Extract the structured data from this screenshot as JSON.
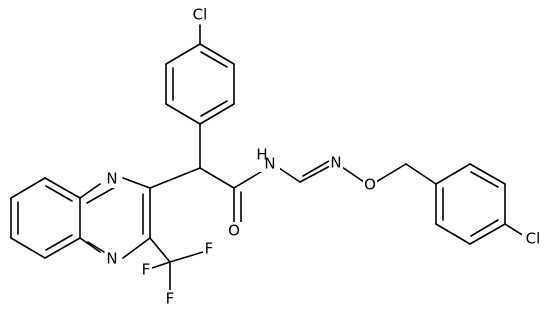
{
  "molecule": {
    "atoms": {
      "cl_top": "Cl",
      "cl_right": "Cl",
      "n_quinox_top": "N",
      "n_quinox_bottom": "N",
      "nh_amide": "N",
      "h_amide": "H",
      "o_carbonyl": "O",
      "n_imine": "N",
      "o_ether": "O",
      "f_right": "F",
      "f_bottom": "F",
      "f_left": "F"
    }
  },
  "colors": {
    "bond": "#000000",
    "label": "#000000",
    "background": "#ffffff"
  }
}
